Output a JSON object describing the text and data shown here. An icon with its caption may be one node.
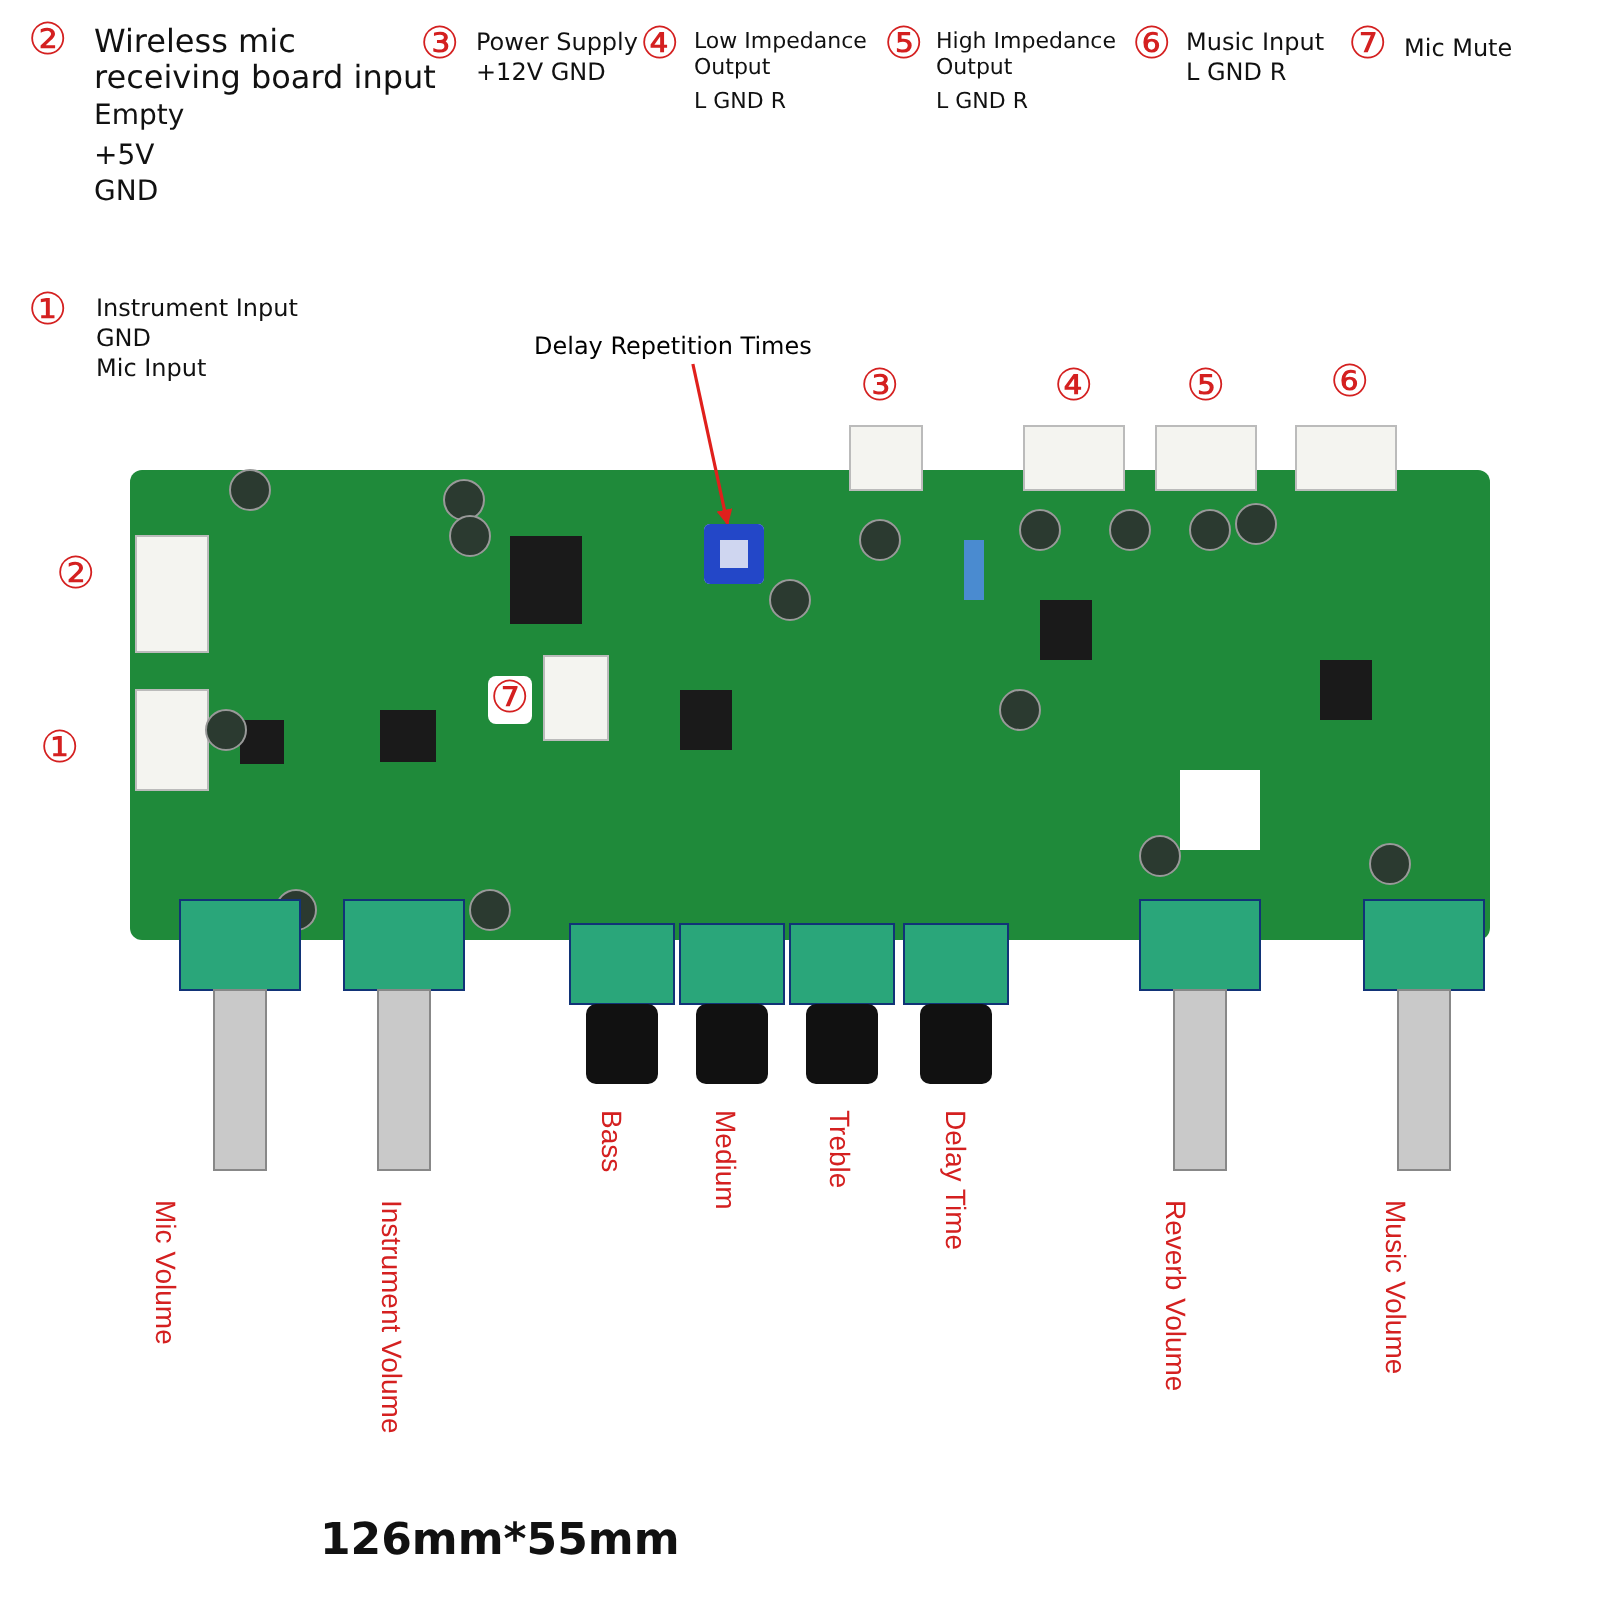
{
  "diagram": {
    "nodes": [
      {
        "text": [
          "Delay Repetition Times"
        ]
      },
      {
        "text": [],
        "shape": "box"
      }
    ],
    "edges": [
      {
        "from": 0,
        "to": 1,
        "arrow": "to"
      }
    ],
    "labels": [
      "②",
      "Wireless mic receiving board input",
      "Empty",
      "+5V",
      "GND",
      "③",
      "Power Supply",
      "+12V GND",
      "④",
      "Low Impedance Output",
      "L GND R",
      "⑤",
      "High Impedance Output",
      "L GND R",
      "⑥",
      "Music Input",
      "L GND R",
      "⑦",
      "Mic Mute",
      "①",
      "Instrument Input",
      "GND",
      "Mic Input",
      "③",
      "④",
      "⑤",
      "⑥",
      "②",
      "⑦",
      "①",
      "Bass",
      "Medium",
      "Treble",
      "Delay Time",
      "Mic Volume",
      "Instrument Volume",
      "Reverb Volume",
      "Music Volume",
      "126mm*55mm"
    ]
  }
}
